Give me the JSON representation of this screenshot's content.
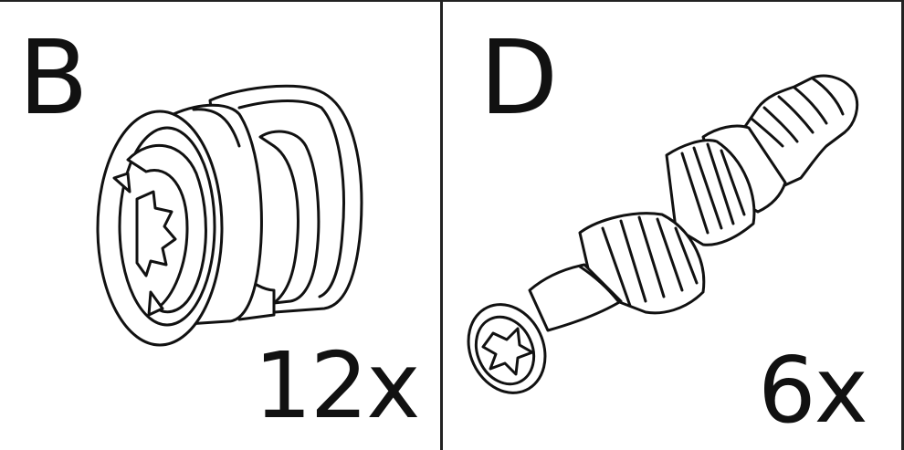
{
  "panels": [
    {
      "letter": "B",
      "quantity": "12x",
      "part_icon": "cam-lock-nut-icon"
    },
    {
      "letter": "D",
      "quantity": "6x",
      "part_icon": "cam-bolt-dowel-icon"
    }
  ]
}
